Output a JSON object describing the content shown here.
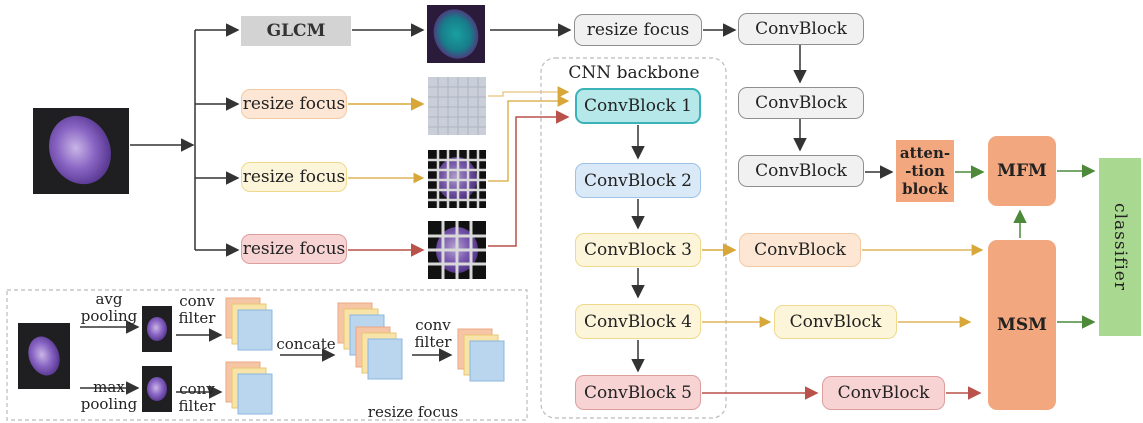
{
  "top_branch": {
    "glcm_label": "GLCM",
    "resize_focus_label": "resize focus",
    "convblock_labels": [
      "ConvBlock",
      "ConvBlock",
      "ConvBlock"
    ],
    "attention_label": "atten--tionblock"
  },
  "input_branches": {
    "resize_focus_1": "resize focus",
    "resize_focus_2": "resize focus",
    "resize_focus_3": "resize focus"
  },
  "backbone": {
    "title": "CNN backbone",
    "blocks": [
      "ConvBlock 1",
      "ConvBlock 2",
      "ConvBlock 3",
      "ConvBlock 4",
      "ConvBlock 5"
    ]
  },
  "side_convblocks": [
    "ConvBlock",
    "ConvBlock",
    "ConvBlock"
  ],
  "fusion": {
    "mfm_label": "MFM",
    "msm_label": "MSM",
    "classifier_label": "classifier"
  },
  "inset": {
    "avg_pooling_label": "avg pooling",
    "max_pooling_label": "max pooling",
    "conv_filter_label_1": "conv filter",
    "conv_filter_label_2": "conv filter",
    "concate_label": "concate",
    "conv_filter_label_3": "conv filter",
    "resize_focus_label": "resize focus"
  },
  "colors": {
    "gray_arrow": "#333333",
    "yellow_arrow": "#d8a73a",
    "red_arrow": "#b9524a",
    "green_arrow": "#4c8a3a"
  }
}
